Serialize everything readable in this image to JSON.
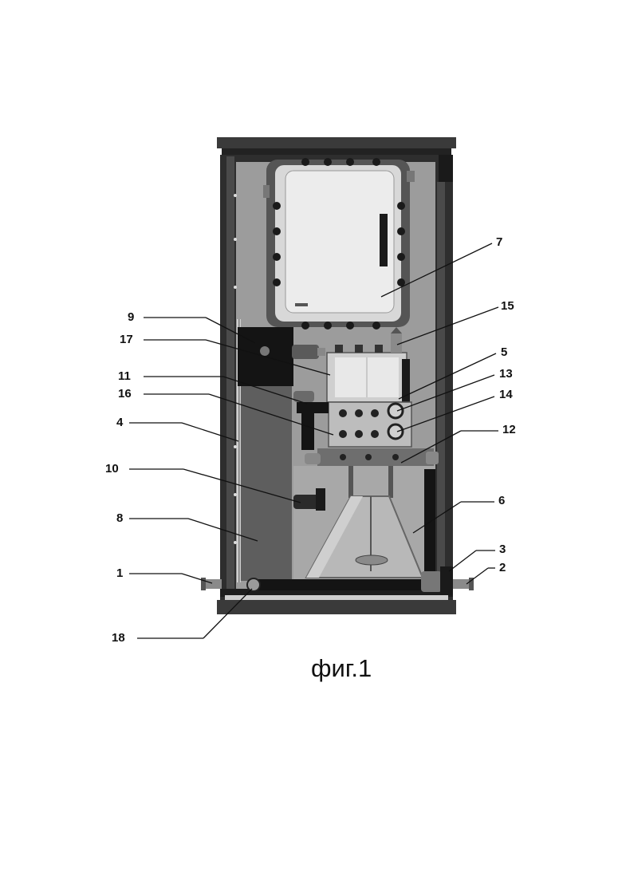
{
  "caption": "фиг.1",
  "colors": {
    "frame": "#2e2e2e",
    "panel": "#9c9c9c",
    "dark_panel": "#5e5e5e",
    "box_body": "#e6e6e6",
    "black": "#111111"
  },
  "callouts": {
    "c1": "1",
    "c2": "2",
    "c3": "3",
    "c4": "4",
    "c5": "5",
    "c6": "6",
    "c7": "7",
    "c8": "8",
    "c9": "9",
    "c10": "10",
    "c11": "11",
    "c12": "12",
    "c13": "13",
    "c14": "14",
    "c15": "15",
    "c16": "16",
    "c17": "17",
    "c18": "18"
  }
}
